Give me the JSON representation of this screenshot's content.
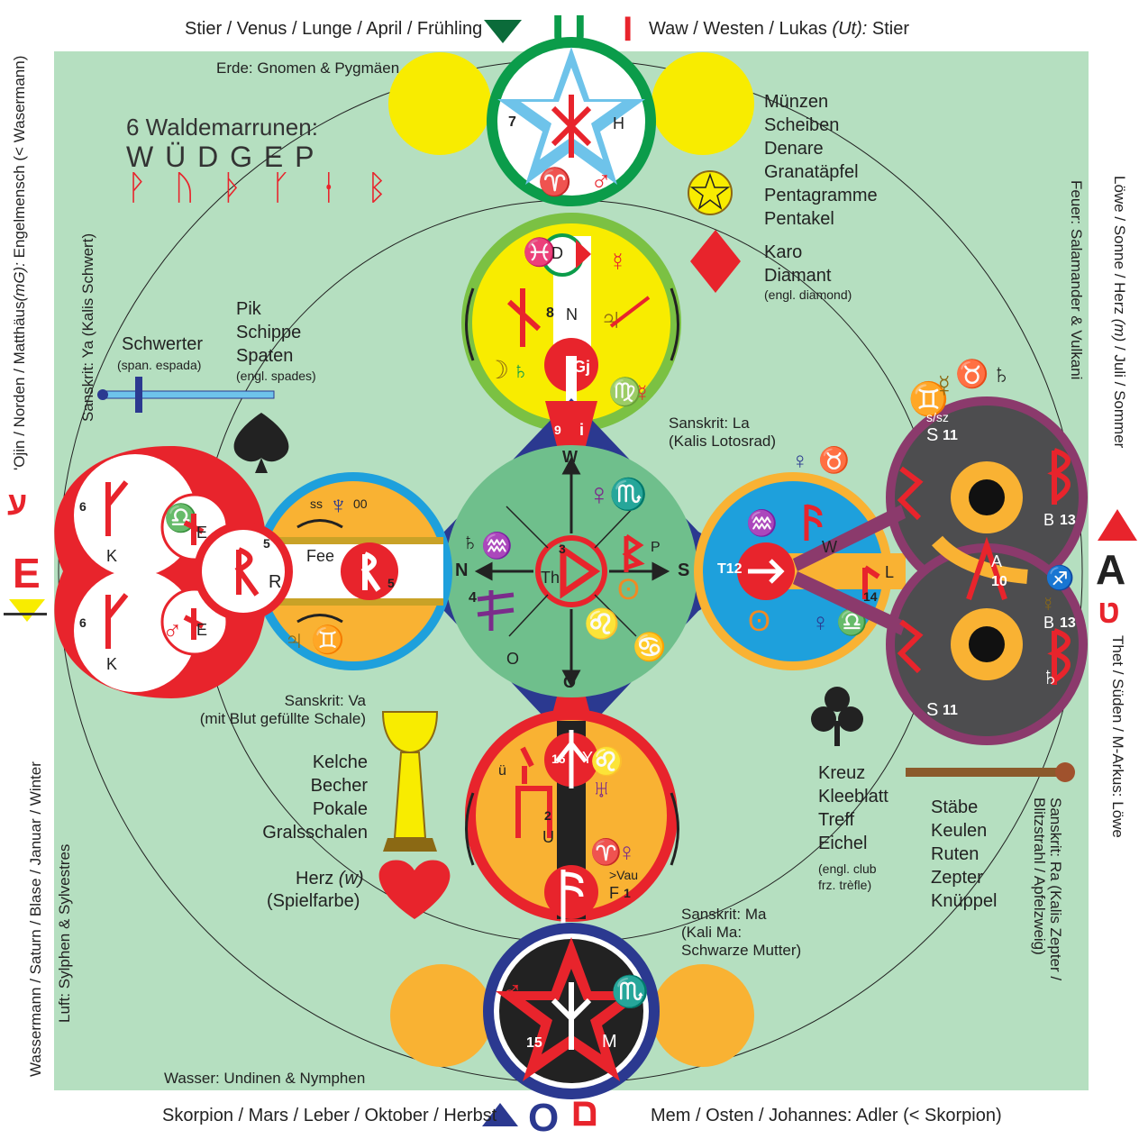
{
  "edges": {
    "top_left": "Stier / Venus / Lunge / April / Frühling",
    "top_right": "Waw / Westen / Lukas",
    "top_right_italic": "(Ut):",
    "top_right_end": " Stier",
    "top_letter": "U",
    "top_hebrew": "ו",
    "bottom_left": "Skorpion / Mars / Leber / Oktober / Herbst",
    "bottom_right": "Mem / Osten / Johannes: Adler (< Skorpion)",
    "bottom_letter": "O",
    "bottom_hebrew": "ם",
    "left_outer": "'Ojin / Norden / Matthäus",
    "left_outer_italic": "(mG):",
    "left_outer_end": " Engelmensch (< Wasermann)",
    "left_lower": "Wassermann / Saturn / Blase / Januar / Winter",
    "left_inner_lower": "Luft: Sylphen & Sylvestres",
    "left_inner_upper": "Sanskrit: Ya (Kalis Schwert)",
    "left_letter": "E",
    "left_hebrew": "ע",
    "right_outer": "Löwe / Sonne / Herz",
    "right_outer_italic": "(m)",
    "right_outer_end": " / Juli / Sommer",
    "right_inner_upper": "Feuer: Salamander & Vulkani",
    "right_lower": "Thet / Süden / M-Arkus: Löwe",
    "right_inner_lower": "Sanskrit: Ra (Kalis Zepter / Blitzstrahl / Apfelzweig)",
    "right_letter": "A",
    "right_hebrew": "ט"
  },
  "elements": {
    "earth": "Erde: Gnomen & Pygmäen",
    "water": "Wasser: Undinen & Nymphen"
  },
  "runes_box": {
    "title": "6 Waldemarrunen:",
    "letters": "W  Ü  D  G  E  P",
    "runes": "ᚹ ᚢ ᚦ ᚴ ᛂ ᛒ"
  },
  "suits": {
    "coins": [
      "Münzen",
      "Scheiben",
      "Denare",
      "Granatäpfel",
      "Pentagramme",
      "Pentakel"
    ],
    "diamond": [
      "Karo",
      "Diamant"
    ],
    "diamond_note": "(engl. diamond)",
    "spades": [
      "Pik",
      "Schippe",
      "Spaten"
    ],
    "spades_note": "(engl. spades)",
    "swords": "Schwerter",
    "swords_note": "(span. espada)",
    "cups": [
      "Kelche",
      "Becher",
      "Pokale",
      "Gralsschalen"
    ],
    "heart": "Herz",
    "heart_italic": "(w)",
    "heart_note": "(Spielfarbe)",
    "clubs": [
      "Kreuz",
      "Kleeblatt",
      "Treff",
      "Eichel"
    ],
    "clubs_note": [
      "(engl. club",
      "frz. trèfle)"
    ],
    "wands": [
      "Stäbe",
      "Keulen",
      "Ruten",
      "Zepter",
      "Knüppel"
    ]
  },
  "sanskrit": {
    "la": [
      "Sanskrit: La",
      "(Kalis Lotosrad)"
    ],
    "va": [
      "Sanskrit: Va",
      "(mit Blut gefüllte Schale)"
    ],
    "ma": [
      "Sanskrit: Ma",
      "(Kali Ma:",
      "Schwarze Mutter)"
    ]
  },
  "center": {
    "dirs": {
      "w": "W",
      "n": "N",
      "s": "S",
      "o": "O"
    },
    "num": "3",
    "label": "Th",
    "num4": "4",
    "o_letter": "O",
    "p_letter": "P"
  },
  "nodes": {
    "top": {
      "num": "7",
      "letter": "H"
    },
    "yellow": {
      "num": "8",
      "letter": "N",
      "d": "D"
    },
    "gj": "Gj",
    "nine": "9",
    "i": "i",
    "left_pair": {
      "six": "6",
      "k": "K",
      "e": "E",
      "five": "5",
      "r": "R"
    },
    "fee": "Fee",
    "ss": "ss",
    "oo": "00",
    "right": {
      "t12": "T12",
      "w": "W",
      "l": "L",
      "fourteen": "14"
    },
    "far_right": {
      "ssz": "s/sz",
      "s": "S",
      "eleven": "11",
      "b": "B",
      "thirteen": "13",
      "a": "A",
      "ten": "10"
    },
    "bottom_orange": {
      "u_um": "ü",
      "sixteen": "16",
      "y": "Y",
      "two": "2",
      "u": "U",
      "vau": ">Vau",
      "f": "F",
      "one": "1"
    },
    "bottom_star": {
      "fifteen": "15",
      "m": "M"
    }
  },
  "colors": {
    "bg_green": "#b5dfc0",
    "red": "#e8242c",
    "yellow": "#f8ec00",
    "green": "#0b9c4a",
    "blue": "#2b3990",
    "orange": "#f9b233",
    "purple": "#8b3a6c",
    "sky": "#1ea0dc",
    "grey": "#4d4d4f"
  }
}
